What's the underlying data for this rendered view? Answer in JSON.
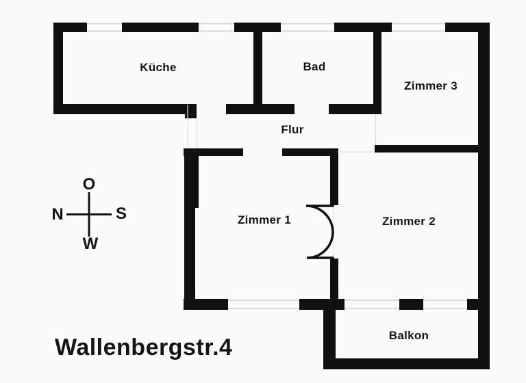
{
  "title": "Wallenbergstr.4",
  "compass": {
    "top": "O",
    "left": "N",
    "right": "S",
    "bottom": "W"
  },
  "rooms": [
    {
      "name": "Küche"
    },
    {
      "name": "Bad"
    },
    {
      "name": "Zimmer 3"
    },
    {
      "name": "Flur"
    },
    {
      "name": "Zimmer 1"
    },
    {
      "name": "Zimmer 2"
    },
    {
      "name": "Balkon"
    }
  ],
  "colors": {
    "wall": "#101010",
    "background": "#fbfbfb",
    "text": "#141414",
    "opening_line": "#cfcfcf"
  }
}
